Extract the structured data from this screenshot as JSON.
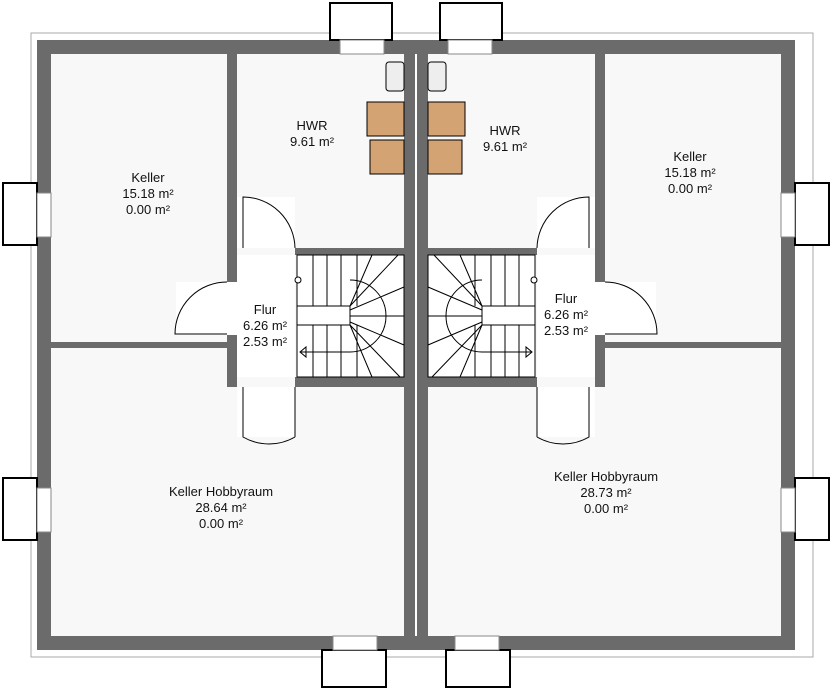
{
  "colors": {
    "wall": "#6b6b6b",
    "floor": "#f8f8f8",
    "furniture": "#d4a373"
  },
  "rooms": [
    {
      "name": "Keller",
      "area": "15.18 m²",
      "extra": "0.00 m²"
    },
    {
      "name": "HWR",
      "area": "9.61 m²"
    },
    {
      "name": "Flur",
      "area": "6.26 m²",
      "extra": "2.53 m²"
    },
    {
      "name": "Keller Hobbyraum",
      "area": "28.64 m²",
      "extra": "0.00 m²"
    },
    {
      "name": "HWR",
      "area": "9.61 m²"
    },
    {
      "name": "Keller",
      "area": "15.18 m²",
      "extra": "0.00 m²"
    },
    {
      "name": "Flur",
      "area": "6.26 m²",
      "extra": "2.53 m²"
    },
    {
      "name": "Keller Hobbyraum",
      "area": "28.73 m²",
      "extra": "0.00 m²"
    }
  ]
}
